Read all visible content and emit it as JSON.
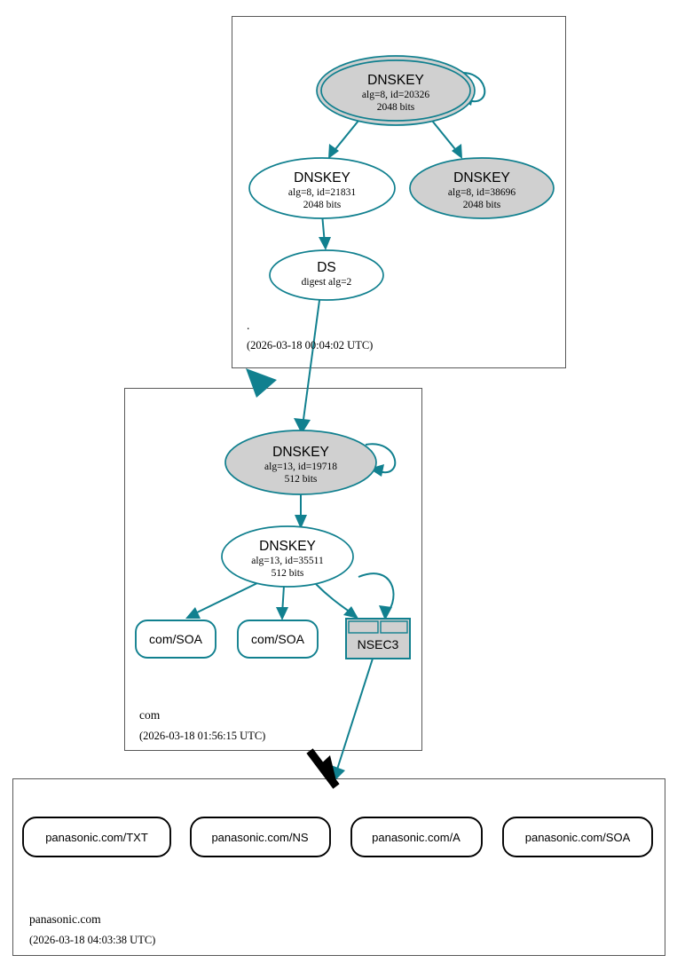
{
  "diagram": {
    "kind": "dnssec-authentication-chain",
    "colors": {
      "secure_stroke": "#11808f",
      "secure_fill": "#d0d0d0",
      "insecure_stroke": "#000000",
      "zone_border": "#585858",
      "background": "#ffffff"
    }
  },
  "zones": [
    {
      "id": "root",
      "name": ".",
      "timestamp": "(2026-03-18 00:04:02 UTC)",
      "nodes": [
        {
          "id": "root-ksk",
          "type": "DNSKEY",
          "title": "DNSKEY",
          "params": "alg=8, id=20326",
          "size": "2048 bits",
          "trust_anchor": true,
          "secure": true
        },
        {
          "id": "root-zsk-21831",
          "type": "DNSKEY",
          "title": "DNSKEY",
          "params": "alg=8, id=21831",
          "size": "2048 bits",
          "trust_anchor": false,
          "secure": false
        },
        {
          "id": "root-zsk-38696",
          "type": "DNSKEY",
          "title": "DNSKEY",
          "params": "alg=8, id=38696",
          "size": "2048 bits",
          "trust_anchor": false,
          "secure": true
        },
        {
          "id": "root-ds",
          "type": "DS",
          "title": "DS",
          "params": "digest alg=2",
          "size": "",
          "trust_anchor": false,
          "secure": false
        }
      ]
    },
    {
      "id": "com",
      "name": "com",
      "timestamp": "(2026-03-18 01:56:15 UTC)",
      "nodes": [
        {
          "id": "com-ksk",
          "type": "DNSKEY",
          "title": "DNSKEY",
          "params": "alg=13, id=19718",
          "size": "512 bits",
          "trust_anchor": false,
          "secure": true
        },
        {
          "id": "com-zsk",
          "type": "DNSKEY",
          "title": "DNSKEY",
          "params": "alg=13, id=35511",
          "size": "512 bits",
          "trust_anchor": false,
          "secure": false
        }
      ],
      "rrsets": [
        {
          "id": "com-soa-1",
          "label": "com/SOA",
          "style": "rounded",
          "secure": true
        },
        {
          "id": "com-soa-2",
          "label": "com/SOA",
          "style": "rounded",
          "secure": true
        },
        {
          "id": "com-nsec3",
          "label": "NSEC3",
          "style": "nsec3",
          "secure": true
        }
      ]
    },
    {
      "id": "panasonic",
      "name": "panasonic.com",
      "timestamp": "(2026-03-18 04:03:38 UTC)",
      "nodes": [],
      "rrsets": [
        {
          "id": "pan-txt",
          "label": "panasonic.com/TXT",
          "style": "rounded",
          "secure": false
        },
        {
          "id": "pan-ns",
          "label": "panasonic.com/NS",
          "style": "rounded",
          "secure": false
        },
        {
          "id": "pan-a",
          "label": "panasonic.com/A",
          "style": "rounded",
          "secure": false
        },
        {
          "id": "pan-soa",
          "label": "panasonic.com/SOA",
          "style": "rounded",
          "secure": false
        }
      ]
    }
  ],
  "edges": [
    {
      "from": "root-ksk",
      "to": "root-ksk",
      "kind": "self-sign",
      "color": "#11808f"
    },
    {
      "from": "root-ksk",
      "to": "root-zsk-21831",
      "kind": "sign",
      "color": "#11808f"
    },
    {
      "from": "root-ksk",
      "to": "root-zsk-38696",
      "kind": "sign",
      "color": "#11808f"
    },
    {
      "from": "root-zsk-21831",
      "to": "root-ds",
      "kind": "sign",
      "color": "#11808f"
    },
    {
      "from": "root-ds",
      "to": "com-ksk",
      "kind": "delegation",
      "color": "#11808f"
    },
    {
      "from": "root",
      "to": "com",
      "kind": "zone-delegation",
      "color": "#11808f"
    },
    {
      "from": "com-ksk",
      "to": "com-ksk",
      "kind": "self-sign",
      "color": "#11808f"
    },
    {
      "from": "com-ksk",
      "to": "com-zsk",
      "kind": "sign",
      "color": "#11808f"
    },
    {
      "from": "com-zsk",
      "to": "com-soa-1",
      "kind": "sign",
      "color": "#11808f"
    },
    {
      "from": "com-zsk",
      "to": "com-soa-2",
      "kind": "sign",
      "color": "#11808f"
    },
    {
      "from": "com-zsk",
      "to": "com-nsec3",
      "kind": "sign",
      "color": "#11808f"
    },
    {
      "from": "com-ksk",
      "to": "com-nsec3",
      "kind": "sign",
      "color": "#11808f"
    },
    {
      "from": "com-nsec3",
      "to": "panasonic",
      "kind": "proof-of-nonexistence",
      "color": "#11808f"
    },
    {
      "from": "com",
      "to": "panasonic",
      "kind": "zone-delegation-insecure",
      "color": "#000000"
    }
  ]
}
